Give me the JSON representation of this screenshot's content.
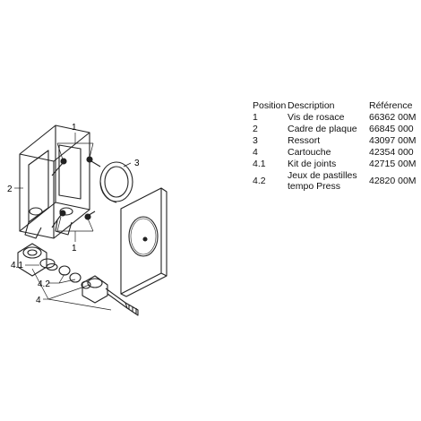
{
  "callouts": {
    "c1_top": "1",
    "c1_bottom": "1",
    "c2": "2",
    "c3": "3",
    "c4": "4",
    "c41": "4.1",
    "c42": "4.2"
  },
  "table": {
    "headers": {
      "position": "Position",
      "description": "Description",
      "reference": "Référence"
    },
    "header_trailing": "(",
    "rows": [
      {
        "position": "1",
        "description": "Vis de rosace",
        "reference": "66362 00M"
      },
      {
        "position": "2",
        "description": "Cadre de plaque",
        "reference": "66845 000"
      },
      {
        "position": "3",
        "description": "Ressort",
        "reference": "43097 00M"
      },
      {
        "position": "4",
        "description": "Cartouche",
        "reference": "42354 000"
      },
      {
        "position": "4.1",
        "description": "Kit de joints",
        "reference": "42715 00M"
      },
      {
        "position": "4.2",
        "description": "Jeux de pastilles tempo Press",
        "reference": "42820 00M"
      }
    ]
  }
}
